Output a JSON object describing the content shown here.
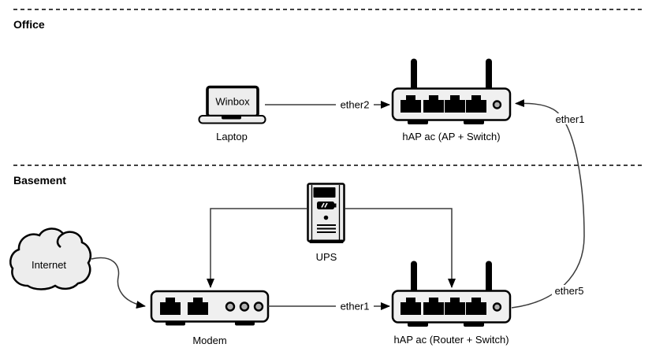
{
  "regions": {
    "office": "Office",
    "basement": "Basement"
  },
  "nodes": {
    "laptop": {
      "screen_text": "Winbox",
      "label": "Laptop"
    },
    "ap_switch": {
      "label": "hAP ac (AP + Switch)"
    },
    "ups": {
      "label": "UPS"
    },
    "internet": {
      "label": "Internet"
    },
    "modem": {
      "label": "Modem"
    },
    "main_router": {
      "label": "hAP ac (Router + Switch)"
    }
  },
  "edges": {
    "laptop_to_ap": {
      "label": "ether2"
    },
    "ap_uplink": {
      "label": "ether1"
    },
    "modem_to_router": {
      "label": "ether1"
    },
    "router_uplink": {
      "label": "ether5"
    }
  },
  "colors": {
    "background": "#ffffff",
    "device_fill": "#f0f0f0",
    "stroke": "#000000",
    "connector": "#3b3b3b",
    "led_fill": "#b0b0b0"
  }
}
